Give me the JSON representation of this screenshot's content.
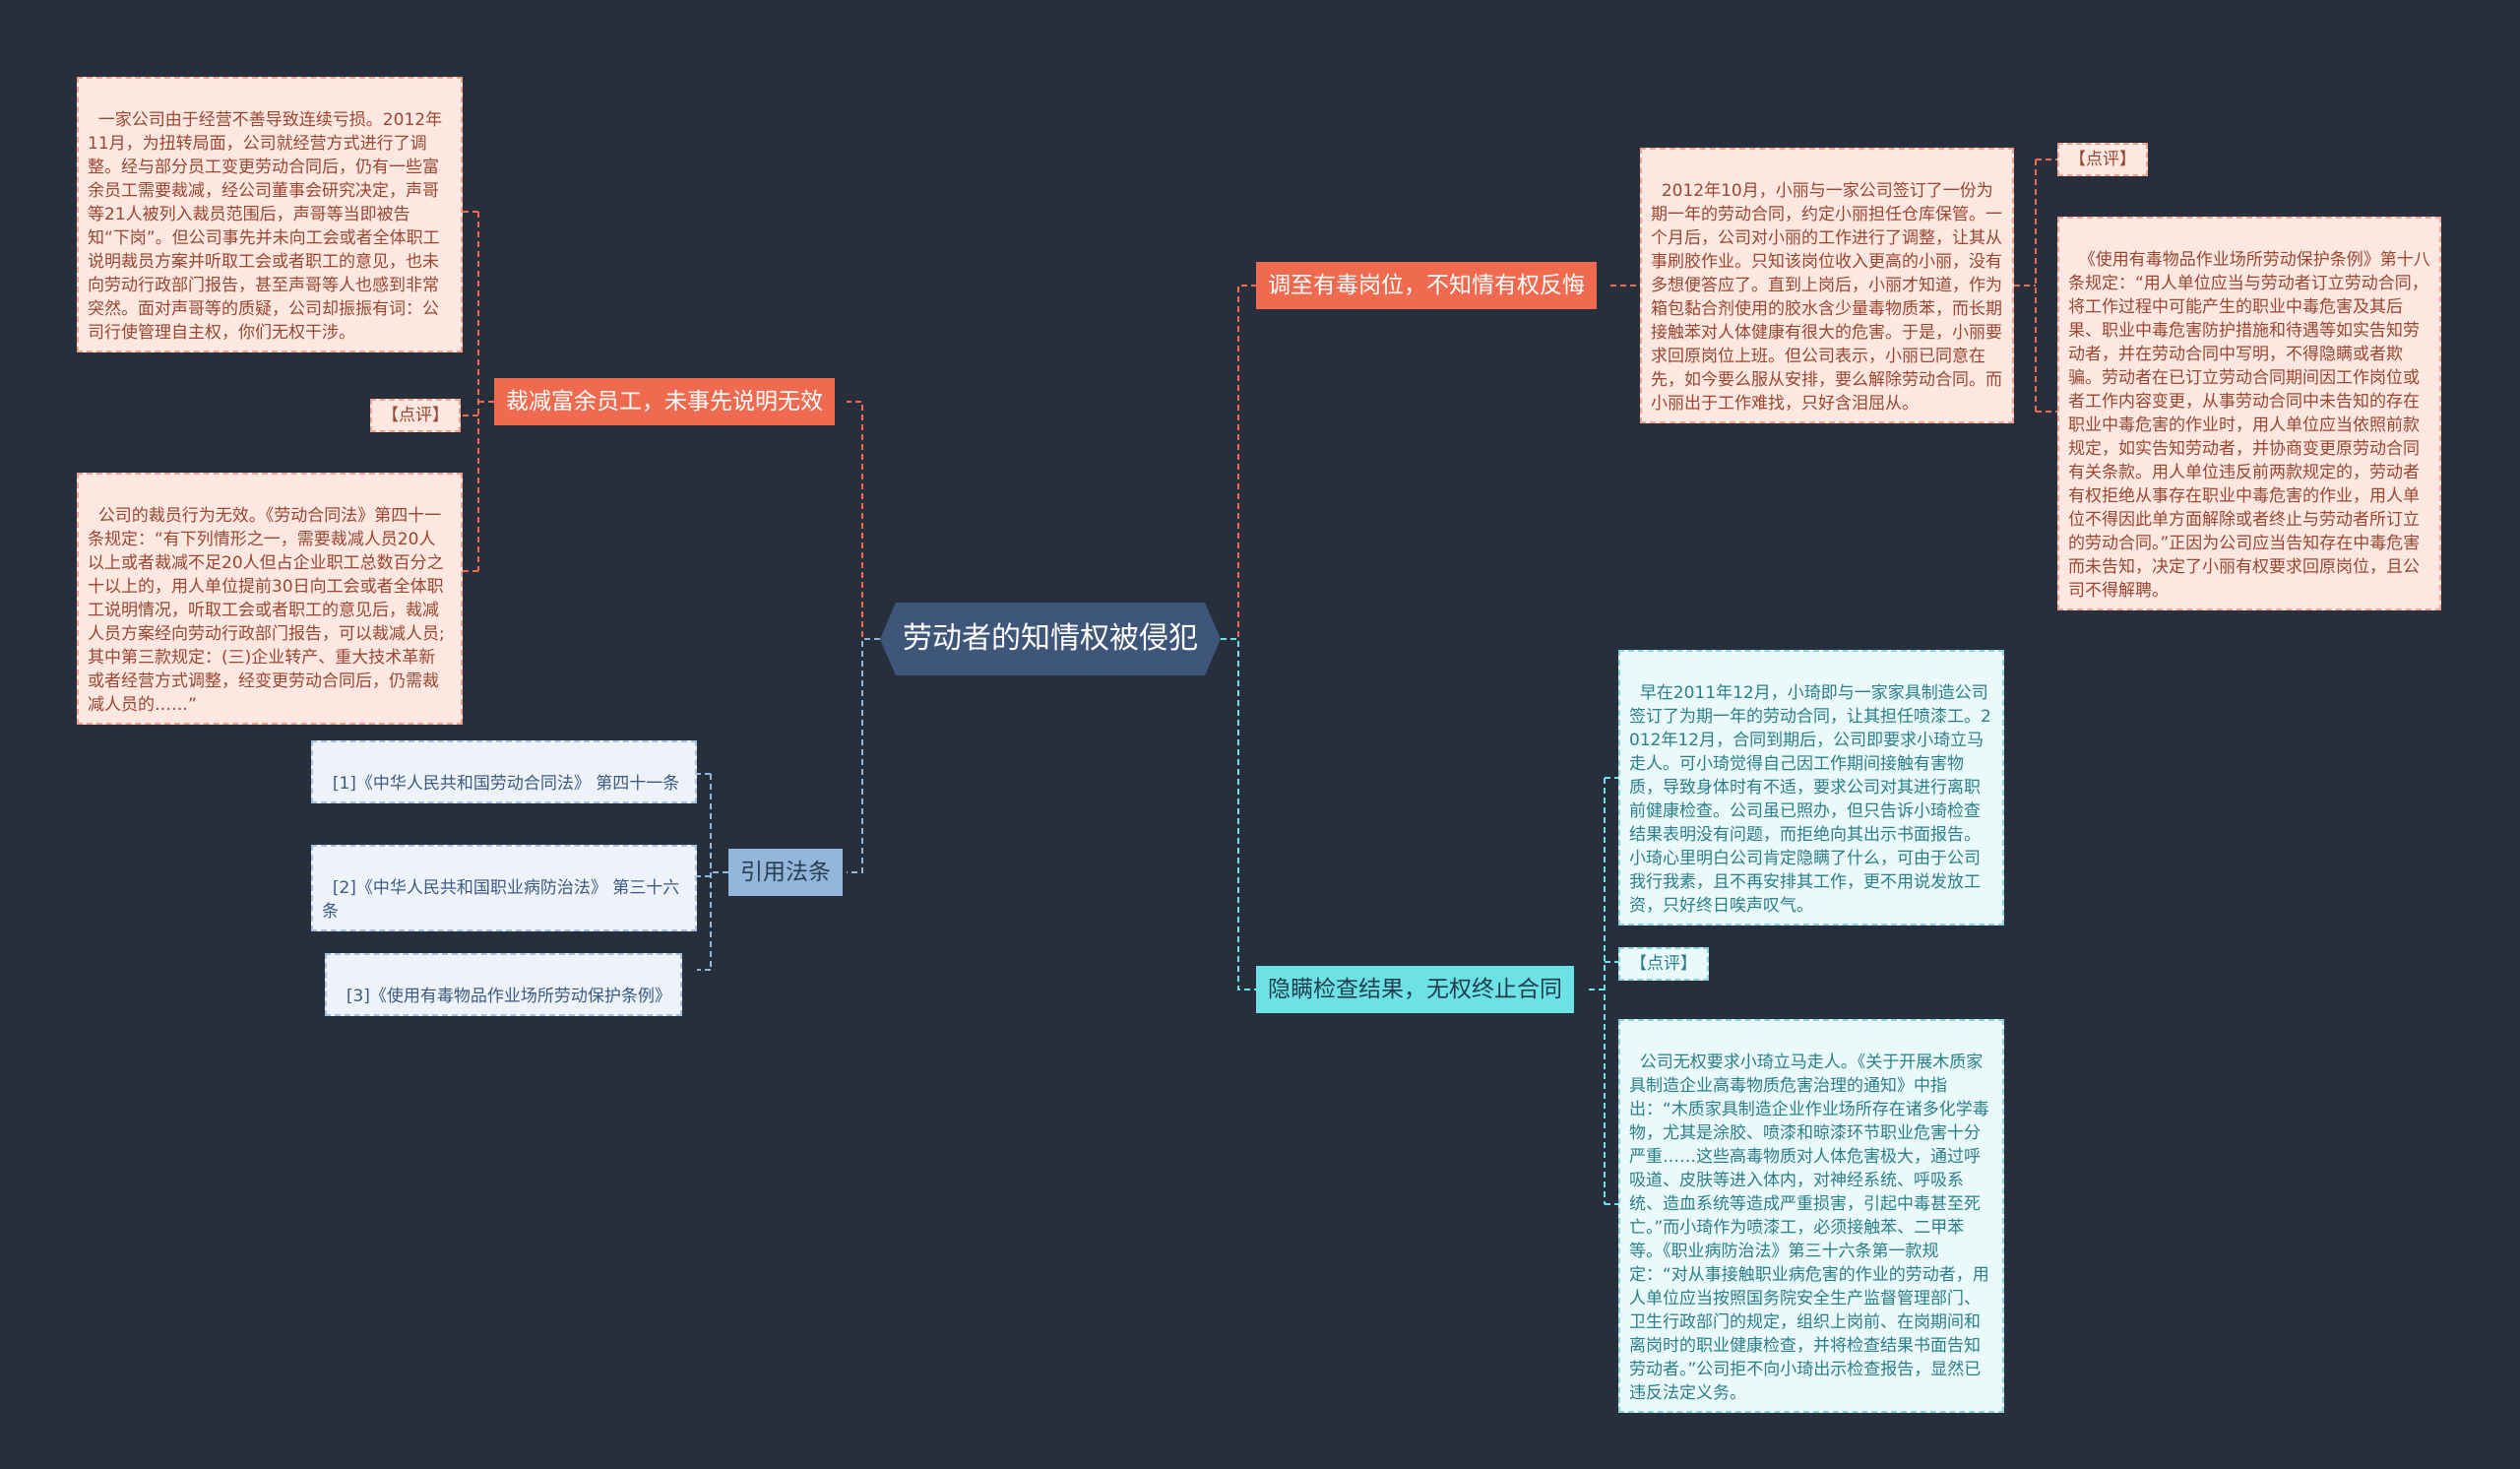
{
  "central": {
    "title": "劳动者的知情权被侵犯"
  },
  "branches": {
    "layoff": {
      "label": "裁减富余员工，未事先说明无效",
      "case": "一家公司由于经营不善导致连续亏损。2012年11月，为扭转局面，公司就经营方式进行了调整。经与部分员工变更劳动合同后，仍有一些富余员工需要裁减，经公司董事会研究决定，声哥等21人被列入裁员范围后，声哥等当即被告知“下岗”。但公司事先并未向工会或者全体职工说明裁员方案并听取工会或者职工的意见，也未向劳动行政部门报告，甚至声哥等人也感到非常突然。面对声哥等的质疑，公司却振振有词：公司行使管理自主权，你们无权干涉。",
      "comment_tag": "【点评】",
      "comment": "公司的裁员行为无效。《劳动合同法》第四十一条规定：“有下列情形之一，需要裁减人员20人以上或者裁减不足20人但占企业职工总数百分之十以上的，用人单位提前30日向工会或者全体职工说明情况，听取工会或者职工的意见后，裁减人员方案经向劳动行政部门报告，可以裁减人员;其中第三款规定：(三)企业转产、重大技术革新或者经营方式调整，经变更劳动合同后，仍需裁减人员的……”"
    },
    "laws": {
      "label": "引用法条",
      "items": [
        "[1]《中华人民共和国劳动合同法》 第四十一条",
        "[2]《中华人民共和国职业病防治法》 第三十六条",
        "[3]《使用有毒物品作业场所劳动保护条例》"
      ]
    },
    "toxic": {
      "label": "调至有毒岗位，不知情有权反悔",
      "case": "2012年10月，小丽与一家公司签订了一份为期一年的劳动合同，约定小丽担任仓库保管。一个月后，公司对小丽的工作进行了调整，让其从事刷胶作业。只知该岗位收入更高的小丽，没有多想便答应了。直到上岗后，小丽才知道，作为箱包黏合剂使用的胶水含少量毒物质苯，而长期接触苯对人体健康有很大的危害。于是，小丽要求回原岗位上班。但公司表示，小丽已同意在先，如今要么服从安排，要么解除劳动合同。而小丽出于工作难找，只好含泪屈从。",
      "comment_tag": "【点评】",
      "comment": "《使用有毒物品作业场所劳动保护条例》第十八条规定：“用人单位应当与劳动者订立劳动合同，将工作过程中可能产生的职业中毒危害及其后果、职业中毒危害防护措施和待遇等如实告知劳动者，并在劳动合同中写明，不得隐瞒或者欺骗。劳动者在已订立劳动合同期间因工作岗位或者工作内容变更，从事劳动合同中未告知的存在职业中毒危害的作业时，用人单位应当依照前款规定，如实告知劳动者，并协商变更原劳动合同有关条款。用人单位违反前两款规定的，劳动者有权拒绝从事存在职业中毒危害的作业，用人单位不得因此单方面解除或者终止与劳动者所订立的劳动合同。”正因为公司应当告知存在中毒危害而未告知，决定了小丽有权要求回原岗位，且公司不得解聘。"
    },
    "medical": {
      "label": "隐瞒检查结果，无权终止合同",
      "case": "早在2011年12月，小琦即与一家家具制造公司签订了为期一年的劳动合同，让其担任喷漆工。2012年12月，合同到期后，公司即要求小琦立马走人。可小琦觉得自己因工作期间接触有害物质，导致身体时有不适，要求公司对其进行离职前健康检查。公司虽已照办，但只告诉小琦检查结果表明没有问题，而拒绝向其出示书面报告。小琦心里明白公司肯定隐瞒了什么，可由于公司我行我素，且不再安排其工作，更不用说发放工资，只好终日唉声叹气。",
      "comment_tag": "【点评】",
      "comment": "公司无权要求小琦立马走人。《关于开展木质家具制造企业高毒物质危害治理的通知》中指出：“木质家具制造企业作业场所存在诸多化学毒物，尤其是涂胶、喷漆和晾漆环节职业危害十分严重……这些高毒物质对人体危害极大，通过呼吸道、皮肤等进入体内，对神经系统、呼吸系统、造血系统等造成严重损害，引起中毒甚至死亡。”而小琦作为喷漆工，必须接触苯、二甲苯等。《职业病防治法》第三十六条第一款规定：“对从事接触职业病危害的作业的劳动者，用人单位应当按照国务院安全生产监督管理部门、卫生行政部门的规定，组织上岗前、在岗期间和离岗时的职业健康检查，并将检查结果书面告知劳动者。”公司拒不向小琦出示检查报告，显然已违反法定义务。"
    }
  },
  "colors": {
    "background": "#272f3d",
    "central": "#3e5679",
    "red_branch": "#ef6a4f",
    "cyan_branch": "#6ce2e6",
    "blue_branch": "#93b7da"
  }
}
